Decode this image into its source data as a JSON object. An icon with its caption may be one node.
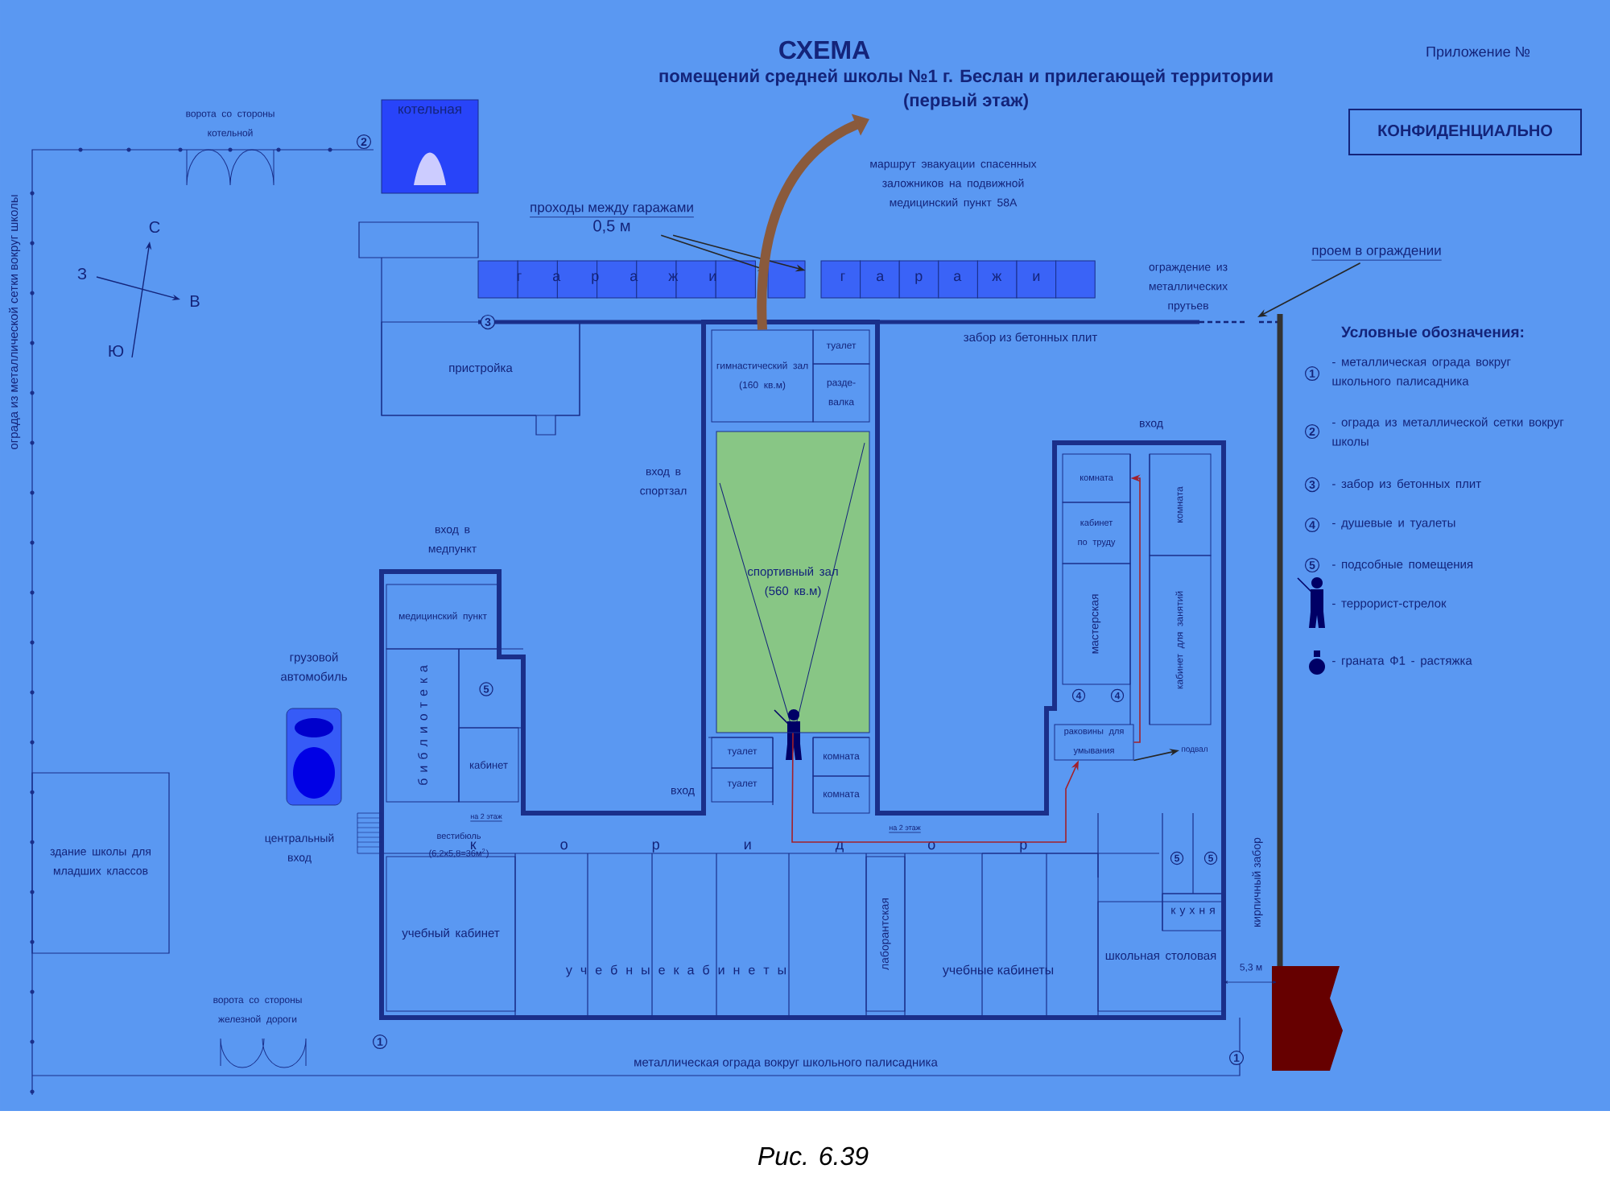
{
  "diagram": {
    "title": "СХЕМА",
    "caption": "Рис. 6.39",
    "nodes": [
      {
        "text": [
          "КОНФИДЕНЦИАЛЬНО"
        ]
      },
      {
        "text": [
          "котельная"
        ]
      },
      {
        "text": [
          "пристройка"
        ]
      },
      {
        "text": [
          "гимнастический зал",
          "(160 кв.м)"
        ]
      },
      {
        "text": [
          "туалет"
        ]
      },
      {
        "text": [
          "разде- валка"
        ]
      },
      {
        "text": [
          "спортивный зал",
          "(560 кв.м)"
        ]
      },
      {
        "text": [
          "туалет"
        ]
      },
      {
        "text": [
          "туалет"
        ]
      },
      {
        "text": [
          "комната"
        ]
      },
      {
        "text": [
          "комната"
        ]
      },
      {
        "text": [
          "медицинский пункт"
        ]
      },
      {
        "text": [
          "б и б л и о т е к а"
        ]
      },
      {
        "text": [
          "кабинет"
        ]
      },
      {
        "text": [
          "учебный кабинет"
        ]
      },
      {
        "text": [
          "лаборантская"
        ]
      },
      {
        "text": [
          "школьная столовая"
        ]
      },
      {
        "text": [
          "к у х н я"
        ]
      },
      {
        "text": [
          "комната"
        ]
      },
      {
        "text": [
          "кабинет по труду"
        ]
      },
      {
        "text": [
          "мастерская"
        ]
      },
      {
        "text": [
          "комната"
        ]
      },
      {
        "text": [
          "кабинет для занятий"
        ]
      },
      {
        "text": [
          "раковины для умывания"
        ]
      },
      {
        "text": [
          "здание школы для младших классов"
        ]
      },
      {
        "text": [
          "проходы между гаражами",
          "0,5 м"
        ]
      },
      {
        "text": [
          "проем в ограждении"
        ]
      },
      {
        "text": [
          "подвал"
        ]
      },
      {
        "text": [],
        "shape": "box"
      }
    ],
    "edges": [
      {
        "from": 25,
        "to": 28,
        "arrow": "to"
      },
      {
        "from": 25,
        "to": 28,
        "arrow": "to"
      },
      {
        "from": 26,
        "to": null,
        "arrow": "to"
      },
      {
        "from": 3,
        "to": null,
        "arrow": "to",
        "style": "thick",
        "color": "#8a5a3c"
      },
      {
        "from": 6,
        "to": 23,
        "arrow": "to",
        "color": "#a3202a"
      },
      {
        "from": 23,
        "to": 18,
        "arrow": "to",
        "color": "#a3202a"
      },
      {
        "from": 23,
        "to": 27,
        "arrow": "to"
      }
    ],
    "labels": [
      "помещений средней школы №1 г. Беслан и прилегающей территории",
      "(первый этаж)",
      "Приложение №",
      "ворота со стороны котельной",
      "2",
      "ограда из металлической сетки вокруг школы",
      "С",
      "З",
      "В",
      "Ю",
      "маршрут эвакуации спасенных заложников на подвижной медицинский пункт 58А",
      "г а р а ж и",
      "г а р а ж и",
      "3",
      "ограждение из металлических прутьев",
      "забор из бетонных плит",
      "вход в спортзал",
      "вход в медпункт",
      "грузовой автомобиль",
      "5",
      "на 2 этаж",
      "вход",
      "на 2 этаж",
      "центральный вход",
      "вестибюль",
      "(6,2x5,8=36м$^{2}$)",
      "к о р и д о р",
      "у ч е б н ы е к а б и н е т ы",
      "учебные кабинеты",
      "4",
      "4",
      "5",
      "5",
      "кирпичный забор",
      "5,3 м",
      "ворота со стороны железной дороги",
      "1",
      "1",
      "металлическая ограда вокруг школьного палисадника",
      "Условные обозначения:",
      "1",
      "2",
      "3",
      "4",
      "5",
      "вход"
    ],
    "legend": [
      {
        "text": "- металлическая ограда вокруг школьного палисадника"
      },
      {
        "text": "- ограда из металлической сетки вокруг школы"
      },
      {
        "text": "- забор из бетонных плит"
      },
      {
        "text": "- душевые и туалеты"
      },
      {
        "text": "- подсобные помещения"
      },
      {
        "text": "- террорист-стрелок"
      },
      {
        "text": "- граната Ф1 - растяжка"
      }
    ]
  }
}
